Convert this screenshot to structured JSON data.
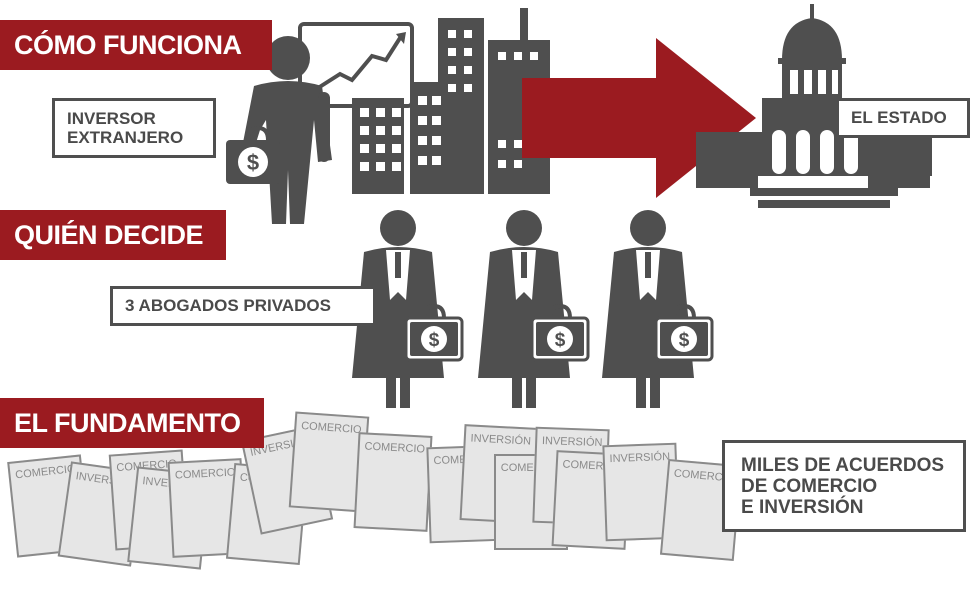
{
  "sections": {
    "how_it_works": "CÓMO FUNCIONA",
    "who_decides": "QUIÉN DECIDE",
    "basis": "EL FUNDAMENTO"
  },
  "labels": {
    "investor": [
      "INVERSOR",
      "EXTRANJERO"
    ],
    "state": "EL ESTADO",
    "lawyers": "3 ABOGADOS PRIVADOS",
    "agreements": [
      "MILES DE ACUERDOS",
      "DE COMERCIO",
      "E INVERSIÓN"
    ]
  },
  "icons": {
    "currency": "$",
    "money_bag": "money-bag-icon",
    "investor": "businessman-icon",
    "presentation": "presentation-board-icon",
    "city": "skyscrapers-icon",
    "state": "capitol-building-icon",
    "lawyer": "lawyer-icon",
    "arrow": "arrow-right-icon"
  },
  "documents": [
    {
      "text": "COMERCIO"
    },
    {
      "text": "INVERSIÓN"
    },
    {
      "text": "COMERCIO"
    },
    {
      "text": "INVERSIÓN"
    },
    {
      "text": "COMERCIO"
    },
    {
      "text": "COMERCIO"
    },
    {
      "text": "INVERSIÓN"
    },
    {
      "text": "COMERCIO"
    },
    {
      "text": "COMERCIO"
    },
    {
      "text": "COMERCIO"
    },
    {
      "text": "INVERSIÓN"
    },
    {
      "text": "COMERCIO"
    },
    {
      "text": "INVERSIÓN"
    },
    {
      "text": "COMERCIO"
    },
    {
      "text": "INVERSIÓN"
    },
    {
      "text": "COMERCIO"
    }
  ],
  "colors": {
    "accent": "#9b1b20",
    "icon": "#4f4f4f",
    "paper": "#e6e6e6",
    "paper_border": "#8a8a8a"
  }
}
